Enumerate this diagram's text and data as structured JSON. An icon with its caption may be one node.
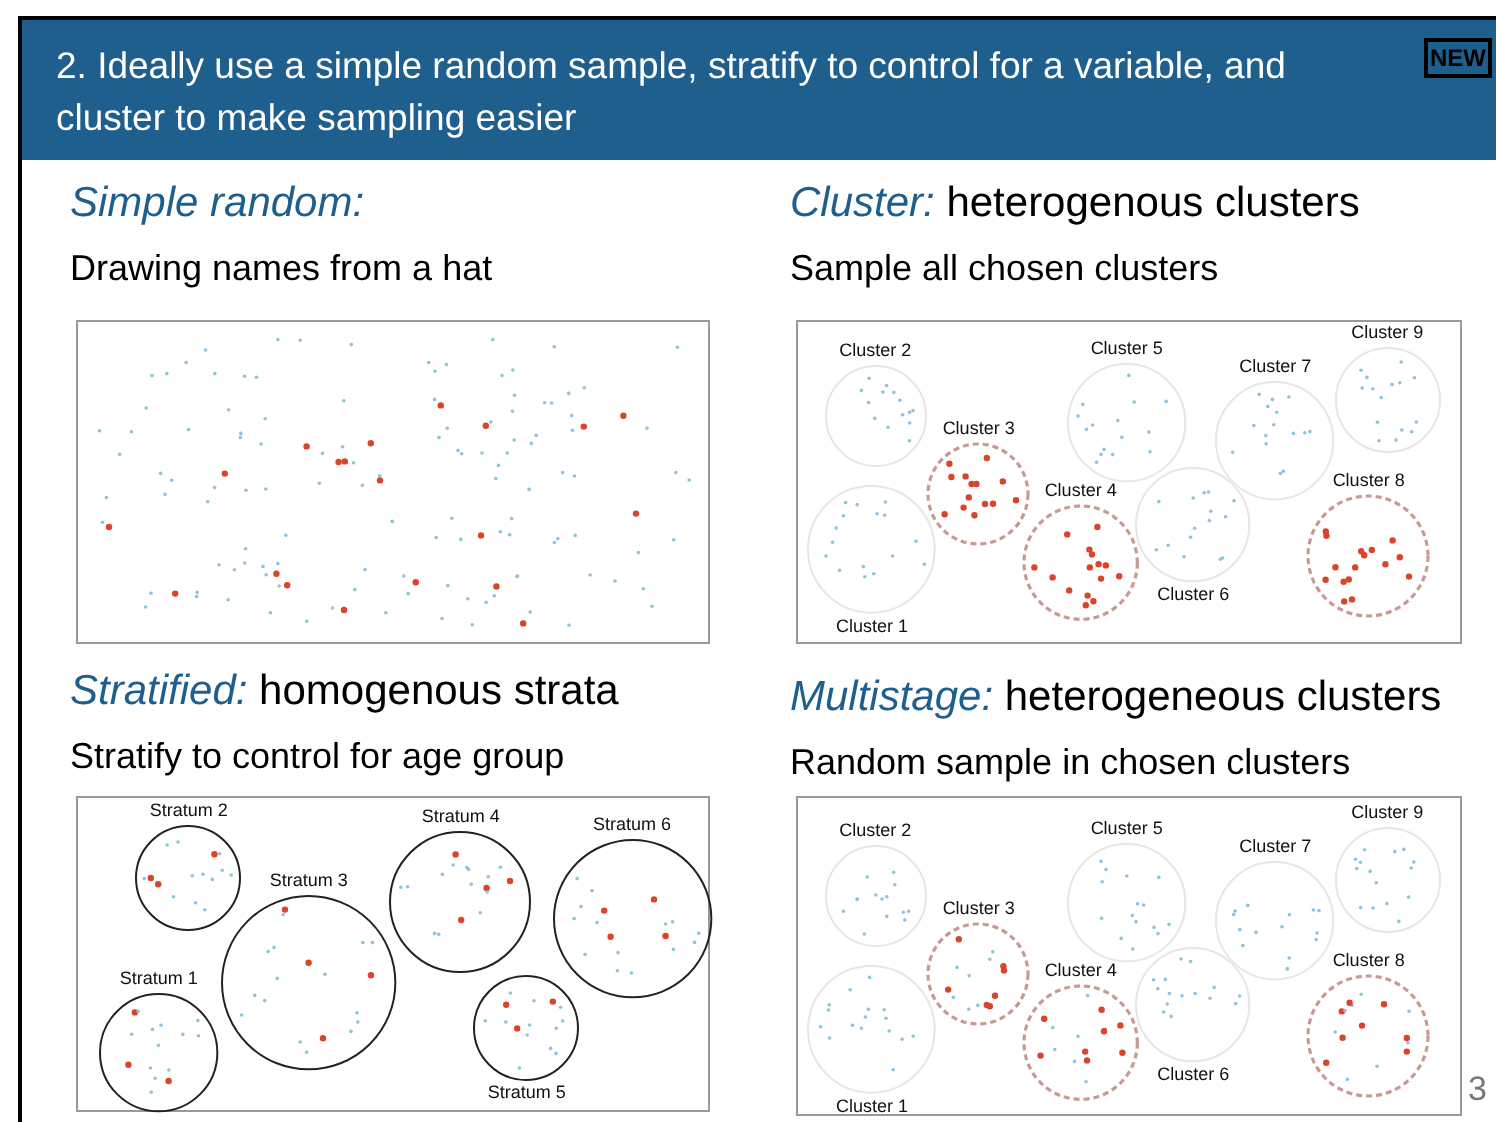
{
  "diagram": {
    "title": "2. Ideally use a simple random sample, stratify to control for a variable, and cluster to make sampling easier",
    "nodes": [
      {
        "text": [
          "Simple random:",
          "Drawing names from a hat"
        ]
      },
      {
        "text": [
          "*Cluster:* heterogenous clusters",
          "Sample all chosen clusters"
        ]
      },
      {
        "text": [
          "Cluster 1"
        ],
        "in": 1
      },
      {
        "text": [
          "Cluster 2"
        ],
        "in": 1
      },
      {
        "text": [
          "Cluster 3"
        ],
        "in": 1
      },
      {
        "text": [
          "Cluster 4"
        ],
        "in": 1
      },
      {
        "text": [
          "Cluster 5"
        ],
        "in": 1
      },
      {
        "text": [
          "Cluster 6"
        ],
        "in": 1
      },
      {
        "text": [
          "Cluster 7"
        ],
        "in": 1
      },
      {
        "text": [
          "Cluster 8"
        ],
        "in": 1
      },
      {
        "text": [
          "Cluster 9"
        ],
        "in": 1
      },
      {
        "text": [
          "*Stratified:* homogenous strata",
          "Stratify to control for age group"
        ]
      },
      {
        "text": [
          "Stratum 1"
        ],
        "in": 11
      },
      {
        "text": [
          "Stratum 2"
        ],
        "in": 11
      },
      {
        "text": [
          "Stratum 3"
        ],
        "in": 11
      },
      {
        "text": [
          "Stratum 4"
        ],
        "in": 11
      },
      {
        "text": [
          "Stratum 5"
        ],
        "in": 11
      },
      {
        "text": [
          "Stratum 6"
        ],
        "in": 11
      },
      {
        "text": [
          "*Multistage:* heterogeneous clusters",
          "Random sample in chosen clusters"
        ]
      },
      {
        "text": [
          "Cluster 1"
        ],
        "in": 18
      },
      {
        "text": [
          "Cluster 2"
        ],
        "in": 18
      },
      {
        "text": [
          "Cluster 3"
        ],
        "in": 18
      },
      {
        "text": [
          "Cluster 4"
        ],
        "in": 18
      },
      {
        "text": [
          "Cluster 5"
        ],
        "in": 18
      },
      {
        "text": [
          "Cluster 6"
        ],
        "in": 18
      },
      {
        "text": [
          "Cluster 7"
        ],
        "in": 18
      },
      {
        "text": [
          "Cluster 8"
        ],
        "in": 18
      },
      {
        "text": [
          "Cluster 9"
        ],
        "in": 18
      }
    ],
    "labels": [
      "NEW",
      "3"
    ]
  }
}
